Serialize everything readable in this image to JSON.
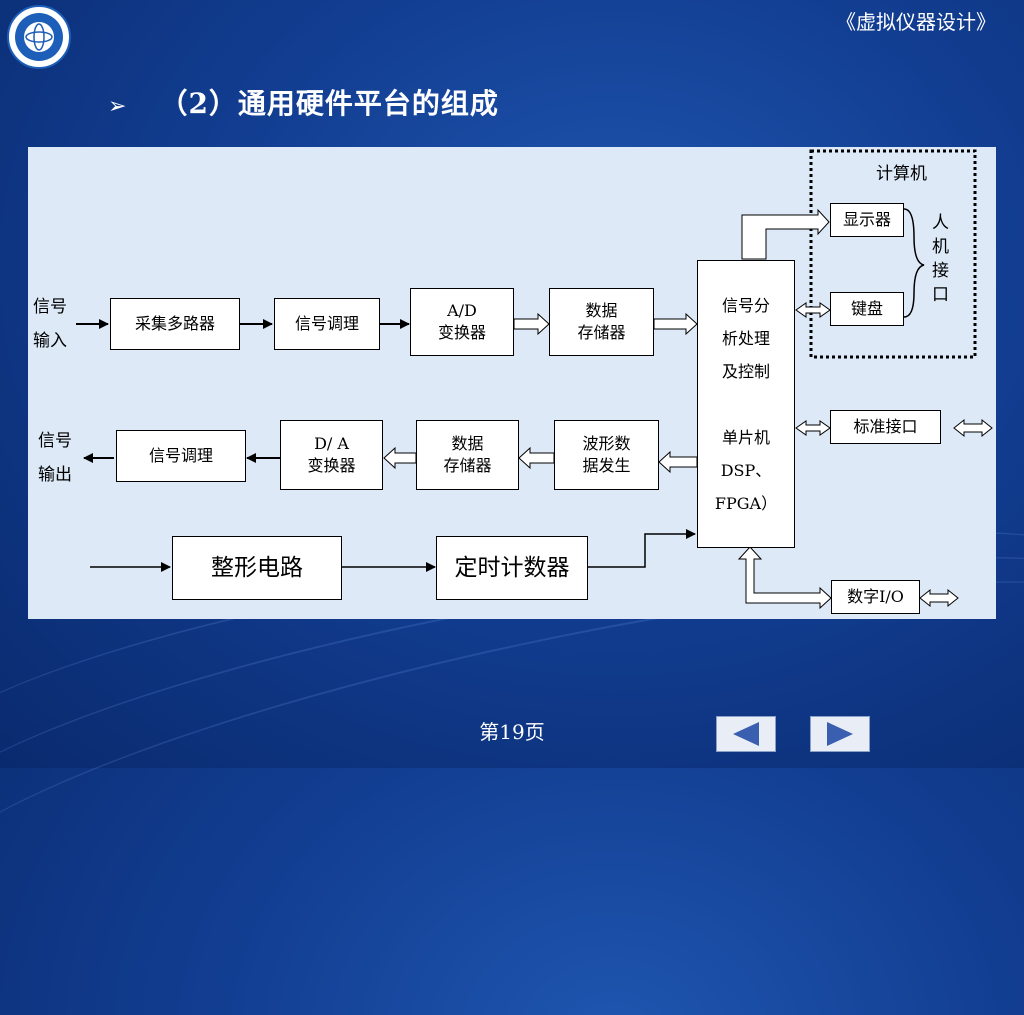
{
  "header": {
    "course_title": "《虚拟仪器设计》",
    "heading_bullet": "➢",
    "heading": "（2）通用硬件平台的组成"
  },
  "diagram": {
    "computer_label": "计算机",
    "display": "显示器",
    "keyboard": "键盘",
    "hmi_label": "人\n机\n接\n口",
    "signal_in": "信号\n输入",
    "signal_out": "信号\n输出",
    "mux": "采集多路器",
    "cond_in": "信号调理",
    "adc": "A/D\n变换器",
    "mem_in": "数据\n存储器",
    "processor": "信号分\n析处理\n及控制\n\n单片机\nDSP、\nFPGA）",
    "std_interface": "标准接口",
    "cond_out": "信号调理",
    "dac": "D/ A\n变换器",
    "mem_out": "数据\n存储器",
    "wavegen": "波形数\n据发生",
    "shaper": "整形电路",
    "counter": "定时计数器",
    "digital_io": "数字I/O"
  },
  "footer": {
    "page_number": "第19页",
    "prev_icon": "triangle-left-icon",
    "next_icon": "triangle-right-icon"
  }
}
